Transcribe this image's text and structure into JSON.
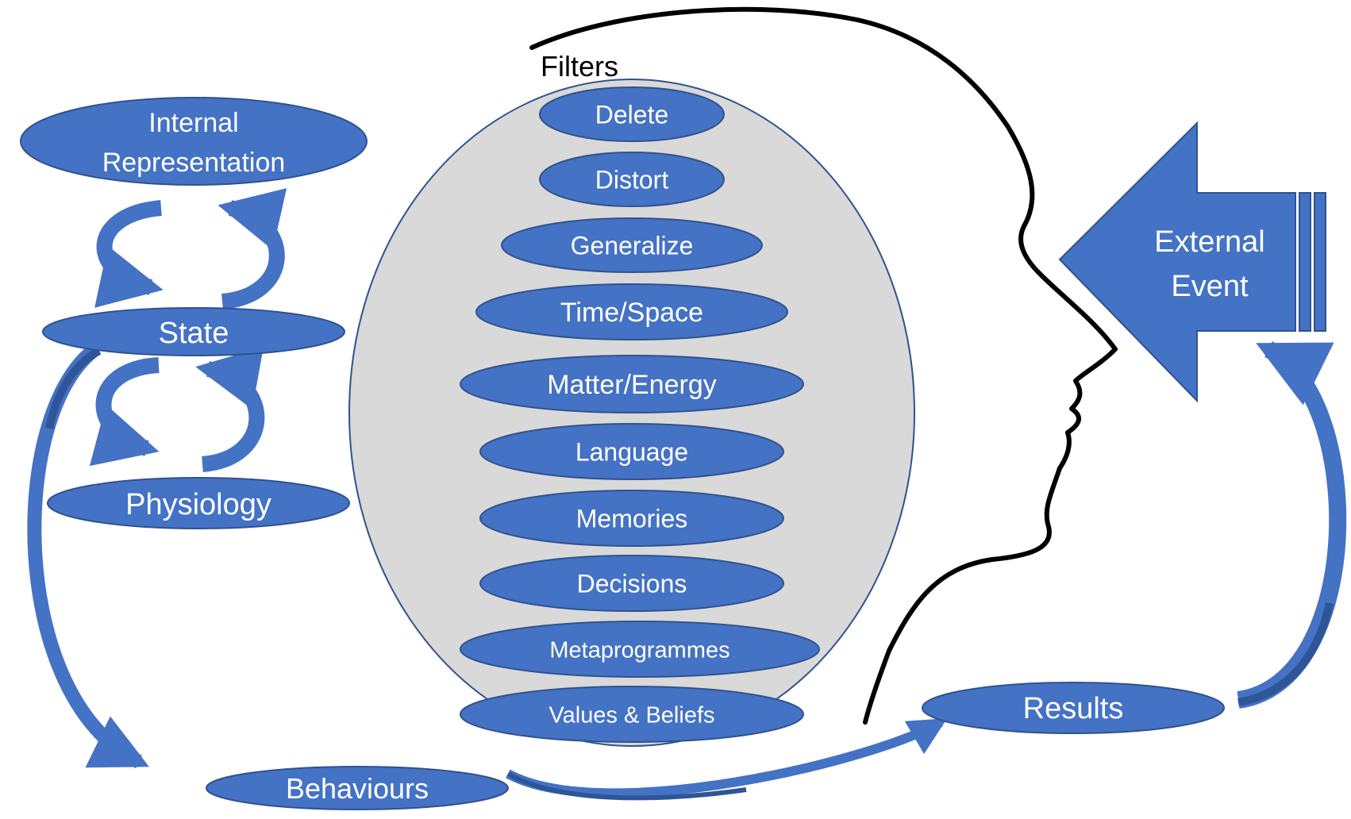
{
  "title": "Filters",
  "filters": [
    "Delete",
    "Distort",
    "Generalize",
    "Time/Space",
    "Matter/Energy",
    "Language",
    "Memories",
    "Decisions",
    "Metaprogrammes",
    "Values & Beliefs"
  ],
  "left_nodes": {
    "internal_representation": [
      "Internal",
      "Representation"
    ],
    "state": "State",
    "physiology": "Physiology"
  },
  "behaviours": "Behaviours",
  "results": "Results",
  "external_event": [
    "External",
    "Event"
  ],
  "colors": {
    "node_fill": "#4472c4",
    "node_stroke": "#2f528f",
    "filter_bg": "#d9d9d9",
    "arrow_dark": "#2e5597",
    "head_outline": "#000000"
  },
  "icons": [
    "head-silhouette",
    "curved-arrow",
    "block-arrow"
  ]
}
